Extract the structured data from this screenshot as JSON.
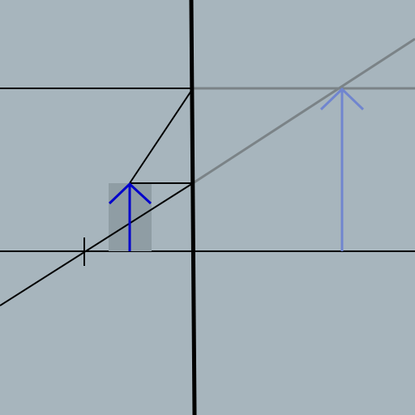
{
  "scene": {
    "type": "ray-optics-lens-simulation",
    "lens": "converging",
    "object_arrow": "object",
    "image_arrow": "virtual-image",
    "focal_point_marker": "focal-point",
    "object_handle": "draggable-object-handle"
  },
  "colors": {
    "background": "#a7b5bd",
    "ray": "#000000",
    "virtual_ray": "#7b8387",
    "object_arrow": "#0000cc",
    "image_arrow": "#7085cf",
    "handle_fill": "#8f9da4",
    "lens": "#000000"
  }
}
